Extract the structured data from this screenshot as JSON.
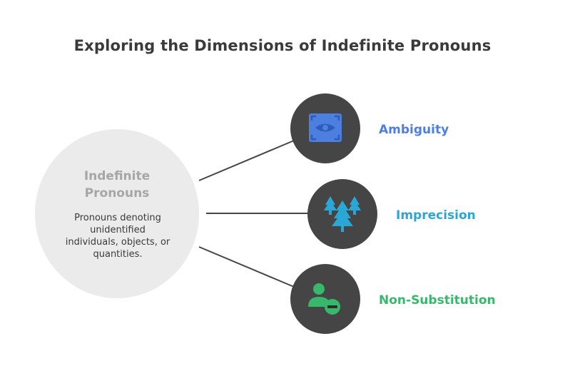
{
  "title": "Exploring the Dimensions of Indefinite Pronouns",
  "center": {
    "title_line1": "Indefinite",
    "title_line2": "Pronouns",
    "desc_line1": "Pronouns denoting",
    "desc_line2": "unidentified",
    "desc_line3": "individuals, objects, or",
    "desc_line4": "quantities."
  },
  "branches": [
    {
      "label": "Ambiguity",
      "icon": "eye-scan-icon",
      "color": "#4d7fe0"
    },
    {
      "label": "Imprecision",
      "icon": "trees-icon",
      "color": "#2ba7d6"
    },
    {
      "label": "Non-Substitution",
      "icon": "user-minus-icon",
      "color": "#37b86a"
    }
  ]
}
